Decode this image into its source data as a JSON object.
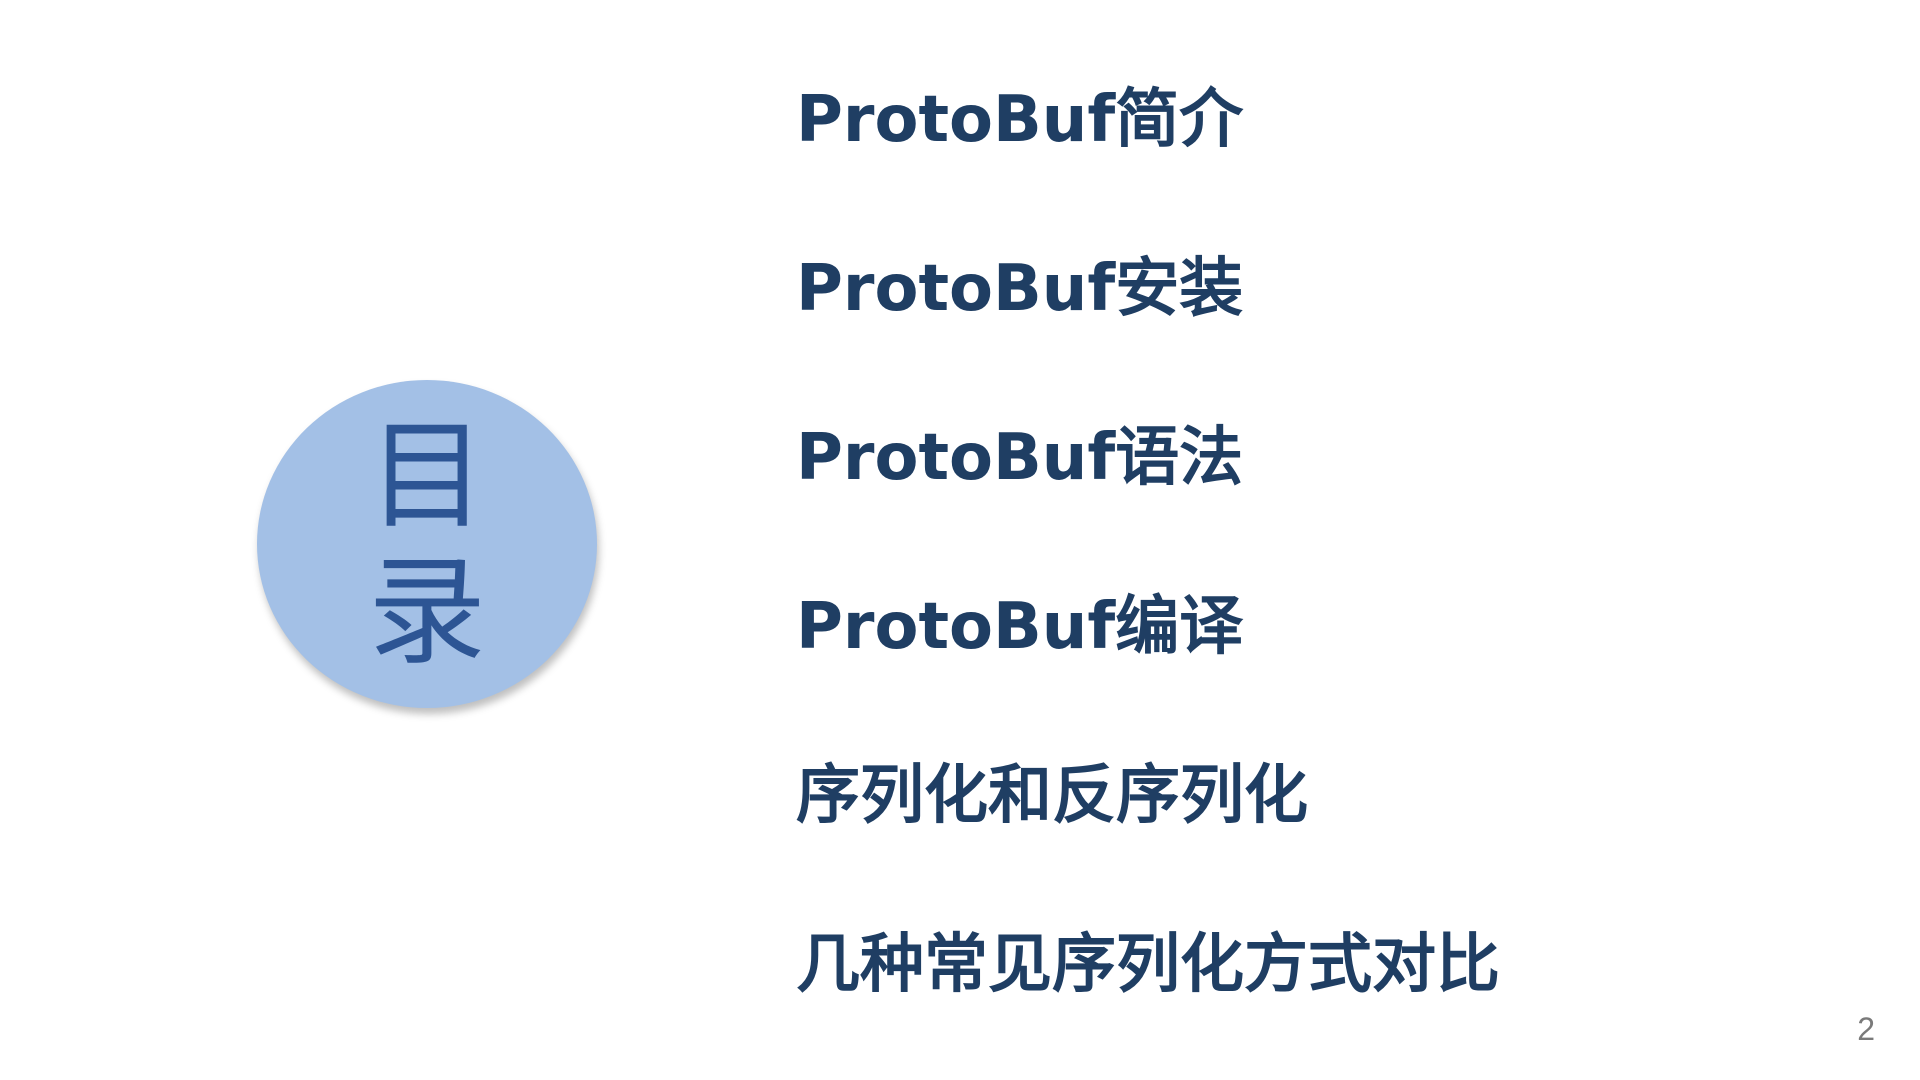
{
  "slide": {
    "toc_title": {
      "char1": "目",
      "char2": "录"
    },
    "items": [
      {
        "label": "ProtoBuf简介"
      },
      {
        "label": "ProtoBuf安装"
      },
      {
        "label": "ProtoBuf语法"
      },
      {
        "label": "ProtoBuf编译"
      },
      {
        "label": "序列化和反序列化"
      },
      {
        "label": "几种常见序列化方式对比"
      }
    ],
    "page_number": "2"
  },
  "colors": {
    "circle_fill": "#a3c0e6",
    "title_text": "#2d5594",
    "item_text": "#1f3e63",
    "page_number": "#7a7a7a",
    "background": "#ffffff"
  }
}
